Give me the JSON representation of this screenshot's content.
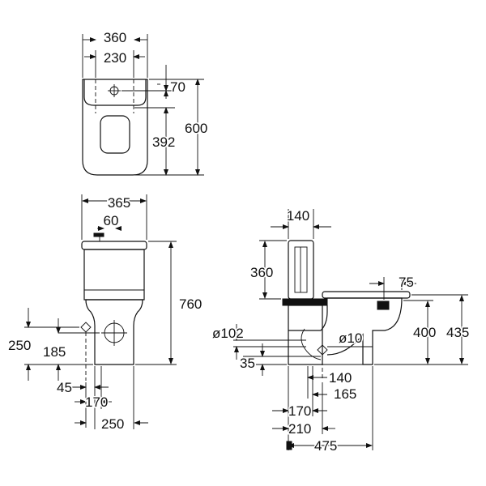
{
  "top_view": {
    "dims": {
      "width_overall": "360",
      "width_inner": "230",
      "depth_overall": "600",
      "to_hole": "70",
      "hole_to_front": "392"
    }
  },
  "front_view": {
    "dims": {
      "width": "365",
      "button": "60",
      "height": "760",
      "inlet_left": "250",
      "inlet_height": "185",
      "offset": "45",
      "foot_width": "170",
      "base_width": "250"
    }
  },
  "side_view": {
    "dims": {
      "tank_depth": "140",
      "tank_height": "360",
      "seat_gap": "75",
      "height_435": "435",
      "height_400": "400",
      "pipe_dia": "ø102",
      "hole_dia": "ø10",
      "low_35": "35",
      "d140": "140",
      "d165": "165",
      "d170": "170",
      "d210": "210",
      "d475": "475"
    }
  }
}
